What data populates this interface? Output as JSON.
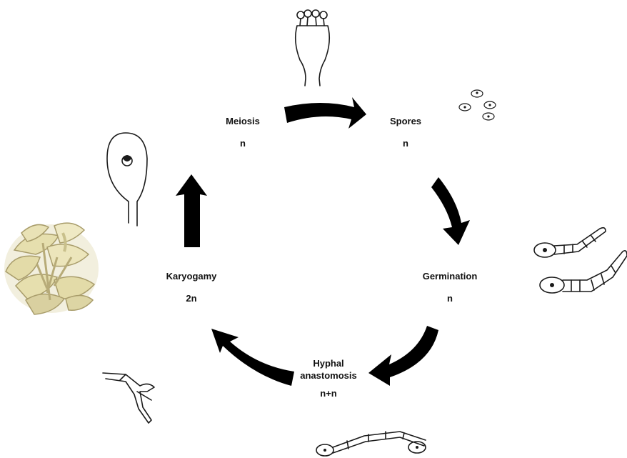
{
  "stages": {
    "meiosis": {
      "name": "Meiosis",
      "ploidy": "n"
    },
    "spores": {
      "name": "Spores",
      "ploidy": "n"
    },
    "germination": {
      "name": "Germination",
      "ploidy": "n"
    },
    "hyphal": {
      "name_line1": "Hyphal",
      "name_line2": "anastomosis",
      "ploidy": "n+n"
    },
    "karyogamy": {
      "name": "Karyogamy",
      "ploidy": "2n"
    }
  },
  "colors": {
    "arrow": "#000000",
    "ink": "#1a1a1a",
    "mushroom": "#e6dfae",
    "mushroom_shadow": "#a89c6a"
  }
}
